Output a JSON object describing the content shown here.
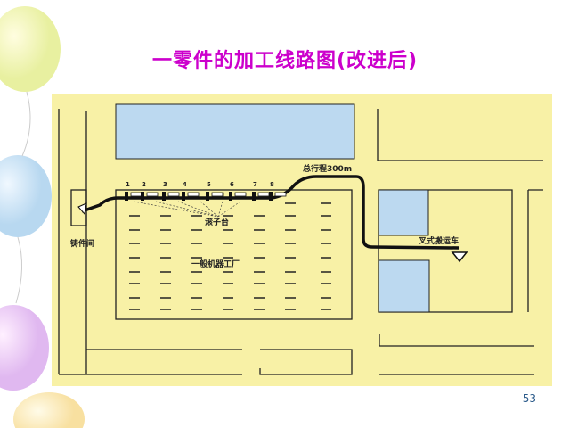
{
  "slide": {
    "title": "一零件的加工线路图(改进后)",
    "page_number": "53"
  },
  "diagram": {
    "labels": {
      "casting_room": "铸件间",
      "roller_table": "滚子台",
      "factory": "一般机器工厂",
      "total_distance": "总行程300m",
      "forklift": "叉式搬运车"
    },
    "station_numbers": [
      "1",
      "2",
      "3",
      "4",
      "5",
      "6",
      "7",
      "8"
    ],
    "colors": {
      "title": "#cc00cc",
      "background": "#f8f1a6",
      "building": "#bcd9f0",
      "line": "#111111"
    }
  }
}
